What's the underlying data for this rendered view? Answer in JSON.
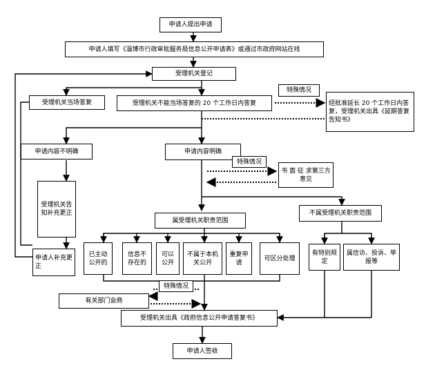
{
  "nodes": {
    "apply": "申请人提出申请",
    "fill_form": "申请人填写《淄博市行政审批服务局信息公开申请表》或通过市政府网站在线",
    "register": "受理机关登记",
    "reply_now": "受理机关当场答复",
    "reply_20": "受理机关不能当场答复的 20 个工作日内答复",
    "special_1": "特殊情况",
    "extend": "经批准延长 20 个工作日内答复，受理机关出具《延期答复告知书》",
    "unclear": "申请内容不明确",
    "clear": "申请内容明确",
    "special_2": "特殊情况",
    "third_party": "书 面 征 求第三方意见",
    "notify_supplement": "受理机关告知补充更正",
    "in_scope": "属受理机关职责范围",
    "out_scope": "不属受理机关职责范围",
    "supplement": "申请人补充更正",
    "already_public": "已主动公开的",
    "not_exist": "信息不存在的",
    "can_public": "可以公开",
    "not_public": "不属于本机关公开",
    "duplicate": "重复申请",
    "partial": "可区分处理",
    "special_rule": "有特别规定",
    "complaint": "属信访、投诉、举报等",
    "special_3": "特殊情况",
    "consult": "有关部门会商",
    "issue": "受理机关出具《政府信息公开申请答复书》",
    "receive": "申请人签收"
  }
}
